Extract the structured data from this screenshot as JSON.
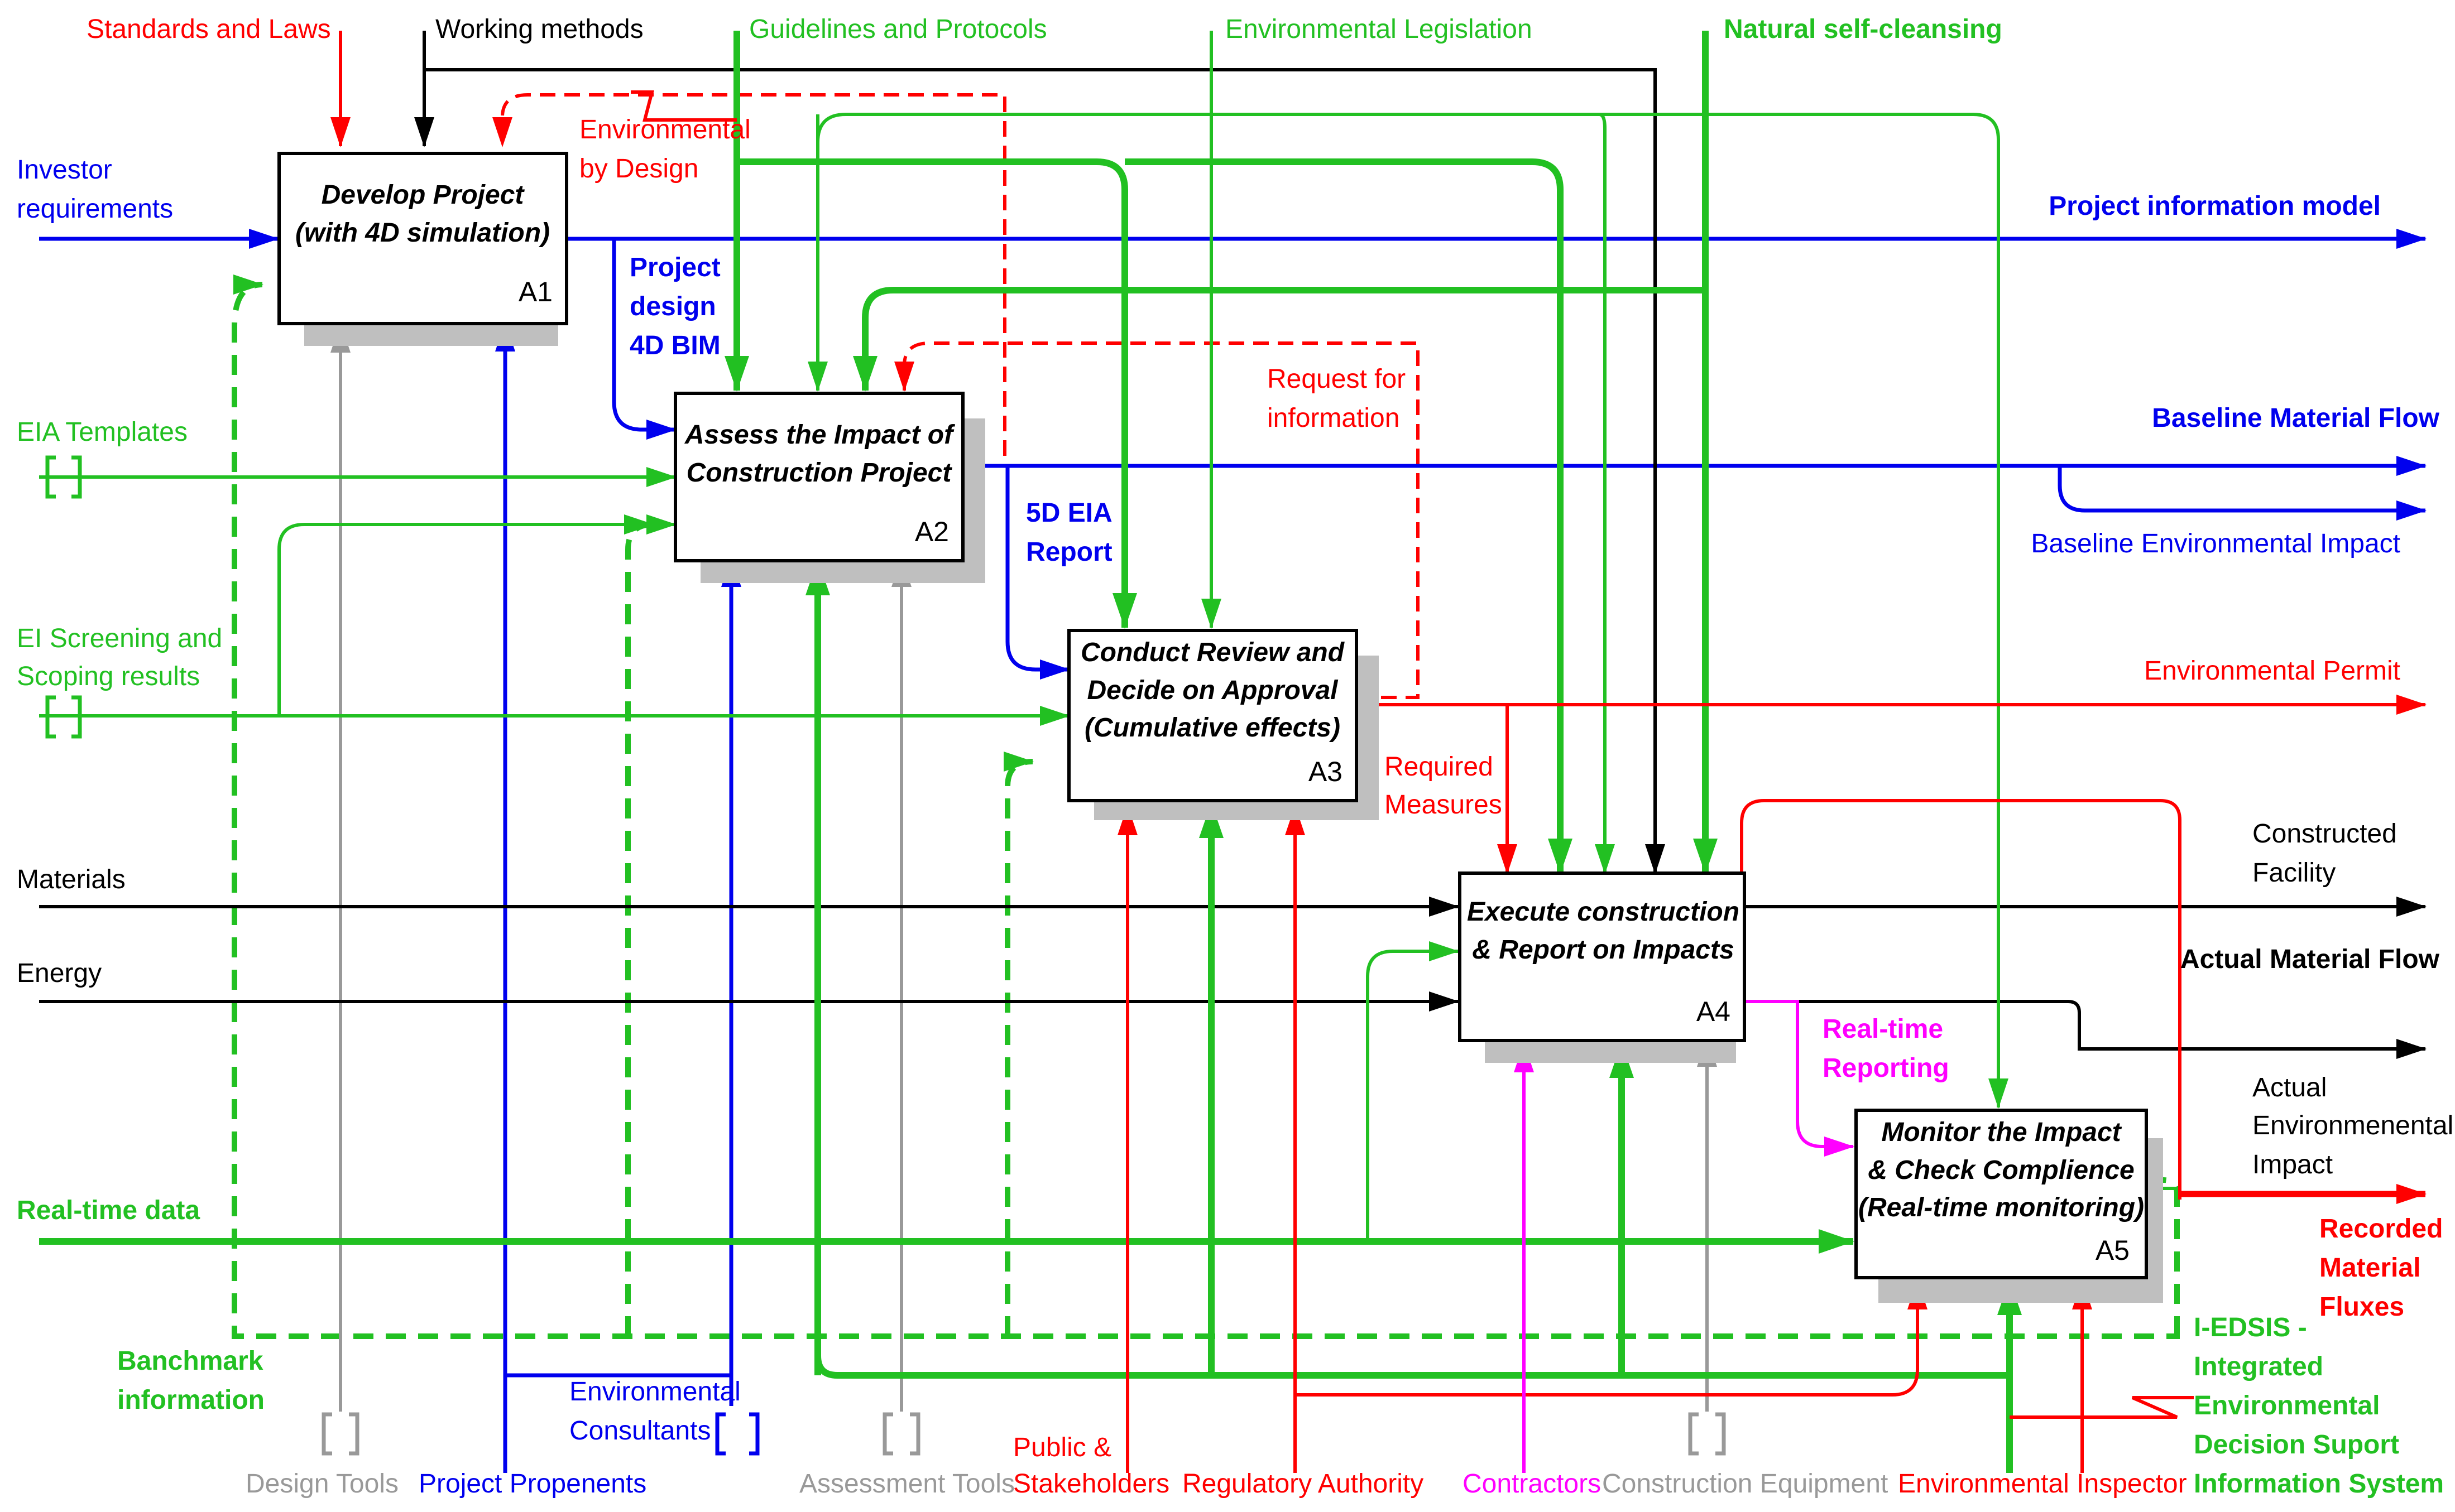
{
  "colors": {
    "red": "#ff0000",
    "green": "#22c022",
    "blue": "#0000ee",
    "black": "#000000",
    "gray": "#999999",
    "magenta": "#ff00ff"
  },
  "boxes": {
    "a1": {
      "line1": "Develop Project",
      "line2": "(with 4D simulation)",
      "id": "A1"
    },
    "a2": {
      "line1": "Assess the Impact of",
      "line2": "Construction Project",
      "id": "A2"
    },
    "a3": {
      "line1": "Conduct Review and",
      "line2": "Decide on Approval",
      "line3": "(Cumulative effects)",
      "id": "A3"
    },
    "a4": {
      "line1": "Execute construction",
      "line2": "& Report on Impacts",
      "id": "A4"
    },
    "a5": {
      "line1": "Monitor the Impact",
      "line2": "& Check Complience",
      "line3": "(Real-time monitoring)",
      "id": "A5"
    }
  },
  "controls": {
    "standards": "Standards and Laws",
    "working_methods": "Working methods",
    "guidelines": "Guidelines and Protocols",
    "env_legislation": "Environmental Legislation",
    "self_cleansing": "Natural self-cleansing",
    "env_by_design_1": "Environmental",
    "env_by_design_2": "by Design"
  },
  "inputs": {
    "investor_1": "Investor",
    "investor_2": "requirements",
    "eia_templates": "EIA Templates",
    "ei_screening_1": "EI Screening and",
    "ei_screening_2": "Scoping results",
    "materials": "Materials",
    "energy": "Energy",
    "realtime_data": "Real-time data",
    "benchmark_1": "Banchmark",
    "benchmark_2": "information"
  },
  "flows": {
    "project_design_1": "Project",
    "project_design_2": "design",
    "project_design_3": "4D BIM",
    "request_1": "Request for",
    "request_2": "information",
    "eia_report_1": "5D EIA",
    "eia_report_2": "Report",
    "required_1": "Required",
    "required_2": "Measures",
    "realtime_rep_1": "Real-time",
    "realtime_rep_2": "Reporting"
  },
  "outputs": {
    "pim": "Project information model",
    "baseline_flow": "Baseline Material Flow",
    "baseline_impact": "Baseline Environmental Impact",
    "permit": "Environmental Permit",
    "constructed_1": "Constructed",
    "constructed_2": "Facility",
    "actual_flow": "Actual Material Flow",
    "actual_impact_1": "Actual",
    "actual_impact_2": "Environmenental",
    "actual_impact_3": "Impact",
    "recorded_1": "Recorded",
    "recorded_2": "Material",
    "recorded_3": "Fluxes"
  },
  "mechanisms": {
    "design_tools": "Design Tools",
    "proponents": "Project Propenents",
    "consultants_1": "Environmental",
    "consultants_2": "Consultants",
    "assessment_tools": "Assessment Tools",
    "public_1": "Public &",
    "public_2": "Stakeholders",
    "regulatory": "Regulatory Authority",
    "contractors": "Contractors",
    "construction_eq": "Construction Equipment",
    "inspector": "Environmental Inspector",
    "iedsis_1": "I-EDSIS -",
    "iedsis_2": "Integrated",
    "iedsis_3": "Environmental",
    "iedsis_4": "Decision Suport",
    "iedsis_5": "Information System"
  }
}
